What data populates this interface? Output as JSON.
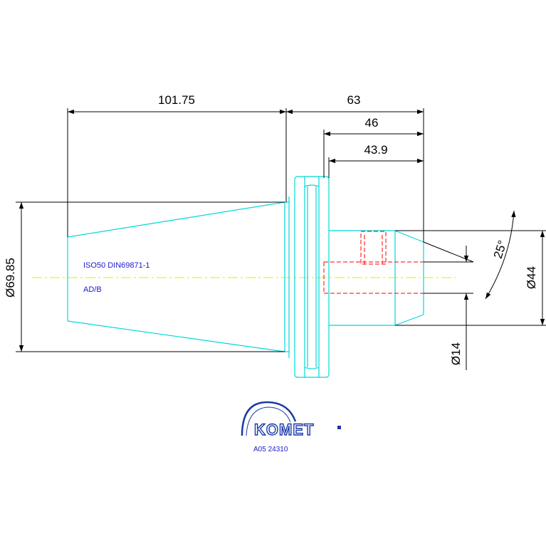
{
  "dimensions": {
    "overall_length": "101.75",
    "length_63": "63",
    "length_46": "46",
    "length_43_9": "43.9",
    "taper_diameter": "Ø69.85",
    "bore_diameter_14": "Ø14",
    "bore_diameter_44": "Ø44",
    "cone_angle": "25°"
  },
  "notes": {
    "standard": "ISO50 DIN69871-1",
    "form": "AD/B"
  },
  "logo": {
    "brand": "KOMET",
    "part_number": "A05 24310"
  },
  "colors": {
    "outline": "#00e5e5",
    "dimension": "#000000",
    "centerline": "#ffff00",
    "hidden": "#ff0000",
    "note": "#0000cc",
    "brand": "#1a3aa8"
  }
}
